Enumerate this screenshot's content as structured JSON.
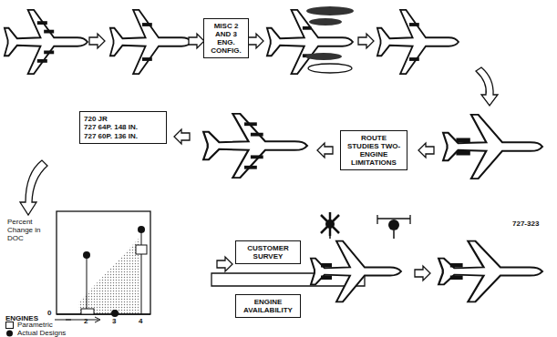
{
  "diagram": {
    "nodes": [
      {
        "text": [
          "MISC 2 AND 3 ENG. CONFIG."
        ]
      },
      {
        "text": [
          "ROUTE STUDIES TWO-ENGINE LIMITATIONS"
        ]
      },
      {
        "text": [
          "720 JR",
          "727 64P. 148 IN.",
          "727 60P. 136 IN."
        ]
      },
      {
        "text": [
          "CUSTOMER SURVEY"
        ]
      },
      {
        "text": [
          "ENGINE AVAILABILITY"
        ]
      }
    ],
    "labels": [
      "Percent Change in DOC",
      "0",
      "ENGINES",
      "2",
      "3",
      "4",
      "727-323"
    ],
    "legend": [
      {
        "text": "Parametric"
      },
      {
        "text": "Actual Designs"
      }
    ]
  }
}
